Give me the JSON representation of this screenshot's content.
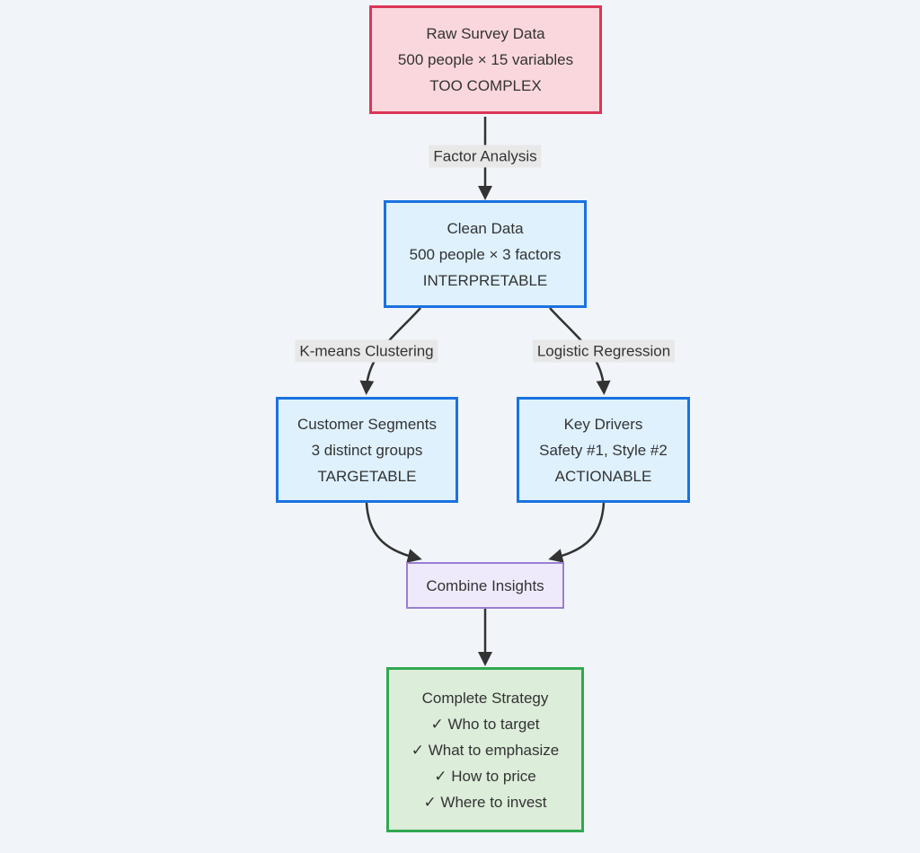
{
  "diagram": {
    "type": "flowchart",
    "direction": "top-down",
    "background_color": "#f1f5f9",
    "edge_color": "#333333",
    "edge_label_background": "#e8e8e8",
    "text_color": "#333333",
    "nodes": {
      "raw": {
        "lines": [
          "Raw Survey Data",
          "500 people × 15 variables",
          "TOO COMPLEX"
        ],
        "fill": "#f9d7dc",
        "stroke": "#dc3558"
      },
      "clean": {
        "lines": [
          "Clean Data",
          "500 people × 3 factors",
          "INTERPRETABLE"
        ],
        "fill": "#def1fd",
        "stroke": "#1a72e0"
      },
      "segments": {
        "lines": [
          "Customer Segments",
          "3 distinct groups",
          "TARGETABLE"
        ],
        "fill": "#def1fd",
        "stroke": "#1a72e0"
      },
      "drivers": {
        "lines": [
          "Key Drivers",
          "Safety #1, Style #2",
          "ACTIONABLE"
        ],
        "fill": "#def1fd",
        "stroke": "#1a72e0"
      },
      "combine": {
        "lines": [
          "Combine Insights"
        ],
        "fill": "#efeafb",
        "stroke": "#9a7fd1"
      },
      "strategy": {
        "lines": [
          "Complete Strategy",
          "✓ Who to target",
          "✓ What to emphasize",
          "✓ How to price",
          "✓ Where to invest"
        ],
        "fill": "#dcedda",
        "stroke": "#31a852"
      }
    },
    "edge_labels": {
      "factor": "Factor Analysis",
      "kmeans": "K-means Clustering",
      "logistic": "Logistic Regression"
    },
    "edges": [
      {
        "from": "raw",
        "to": "clean",
        "label": "Factor Analysis"
      },
      {
        "from": "clean",
        "to": "segments",
        "label": "K-means Clustering"
      },
      {
        "from": "clean",
        "to": "drivers",
        "label": "Logistic Regression"
      },
      {
        "from": "segments",
        "to": "combine",
        "label": ""
      },
      {
        "from": "drivers",
        "to": "combine",
        "label": ""
      },
      {
        "from": "combine",
        "to": "strategy",
        "label": ""
      }
    ]
  }
}
